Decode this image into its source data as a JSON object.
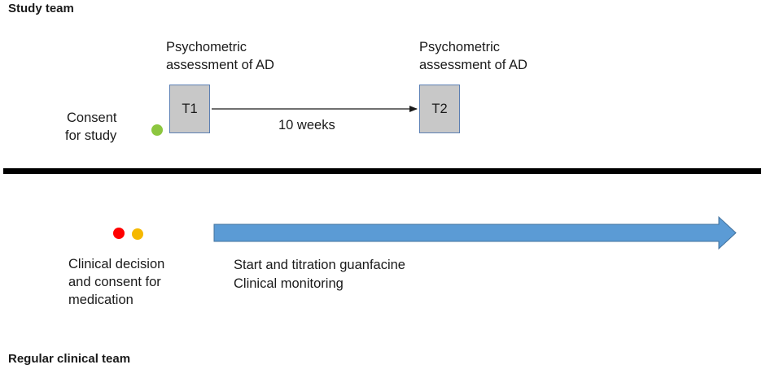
{
  "study_team": {
    "title": "Study team",
    "consent_line1": "Consent",
    "consent_line2": "for study",
    "t1": {
      "label": "T1",
      "caption_line1": "Psychometric",
      "caption_line2": "assessment of AD"
    },
    "t2": {
      "label": "T2",
      "caption_line1": "Psychometric",
      "caption_line2": "assessment of AD"
    },
    "interval": "10 weeks"
  },
  "clinical_team": {
    "title": "Regular clinical team",
    "decision_line1": "Clinical decision",
    "decision_line2": "and consent for",
    "decision_line3": "medication",
    "treatment_line1": "Start and titration guanfacine",
    "treatment_line2": "Clinical monitoring"
  },
  "colors": {
    "consent_dot": "#8cc63f",
    "decision_dot_red": "#ff0000",
    "decision_dot_orange": "#f5b800",
    "arrow_fill": "#5b9bd5",
    "arrow_stroke": "#41719c",
    "divider": "#000000",
    "box_fill": "#c8c8c8"
  },
  "icons": {
    "consent_dot": "green-dot-icon",
    "decision_dot_red": "red-dot-icon",
    "decision_dot_orange": "orange-dot-icon"
  }
}
